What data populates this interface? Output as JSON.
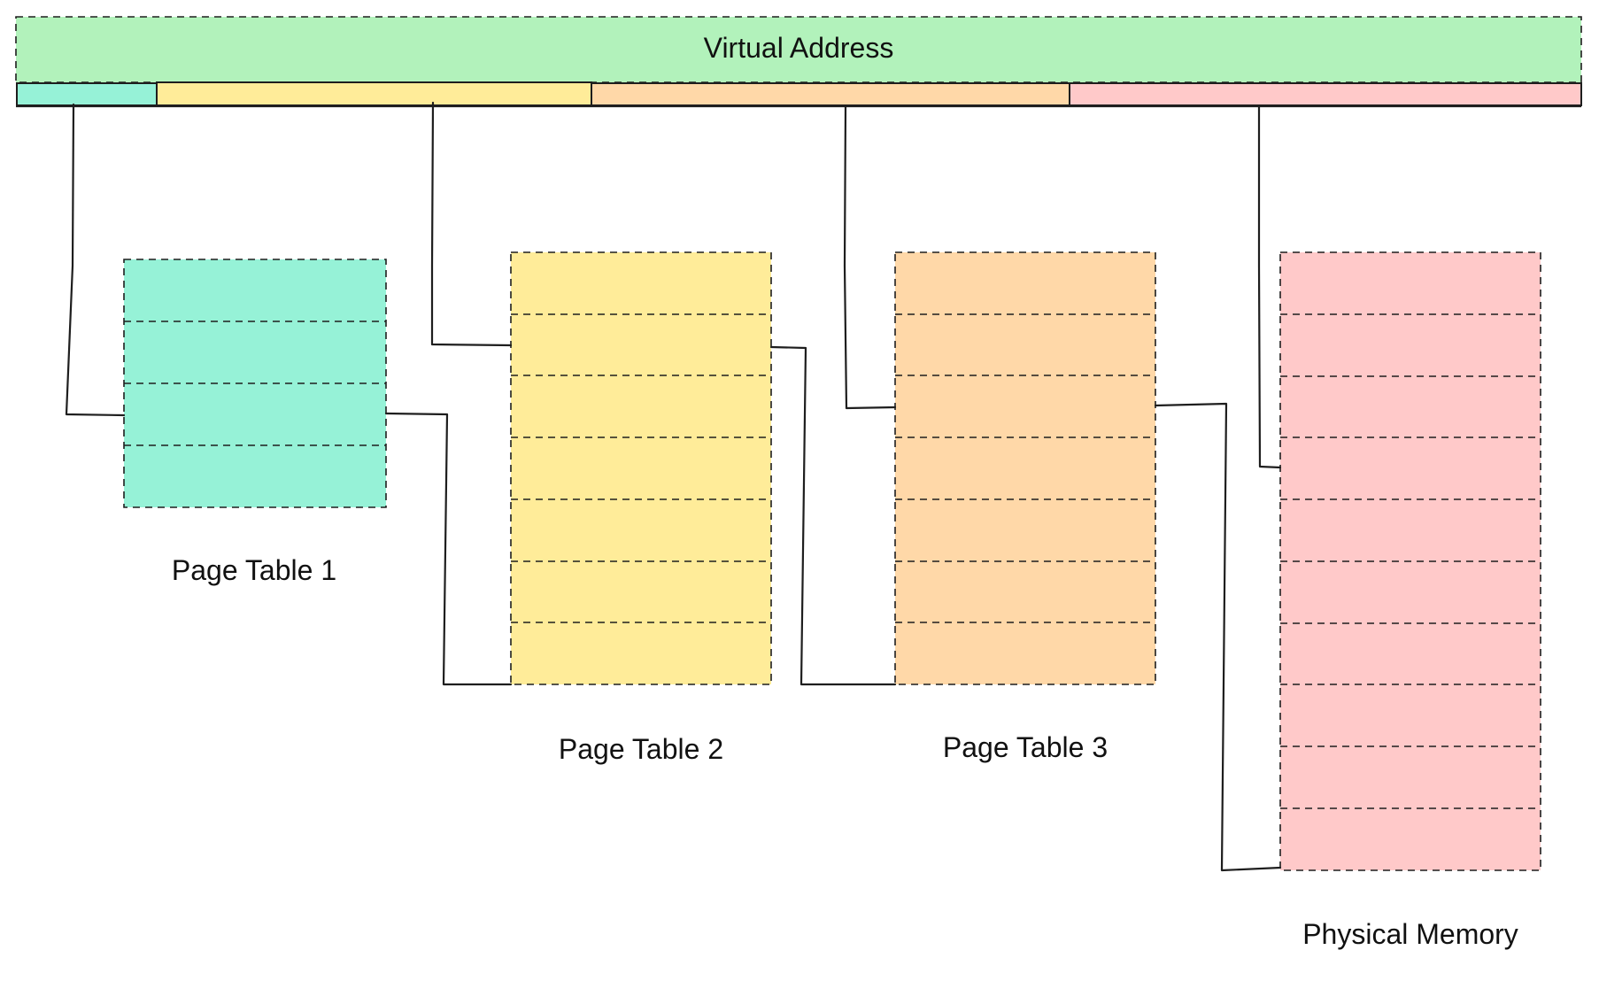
{
  "virtual_address": {
    "label": "Virtual Address",
    "fill": "#b2f2bb",
    "segment_colors": [
      "#96f2d7",
      "#ffec99",
      "#ffd8a8",
      "#ffc9c9"
    ]
  },
  "tables": [
    {
      "label": "Page Table 1",
      "fill": "#96f2d7",
      "rows": 4
    },
    {
      "label": "Page Table 2",
      "fill": "#ffec99",
      "rows": 7
    },
    {
      "label": "Page Table 3",
      "fill": "#ffd8a8",
      "rows": 7
    },
    {
      "label": "Physical Memory",
      "fill": "#ffc9c9",
      "rows": 10
    }
  ]
}
